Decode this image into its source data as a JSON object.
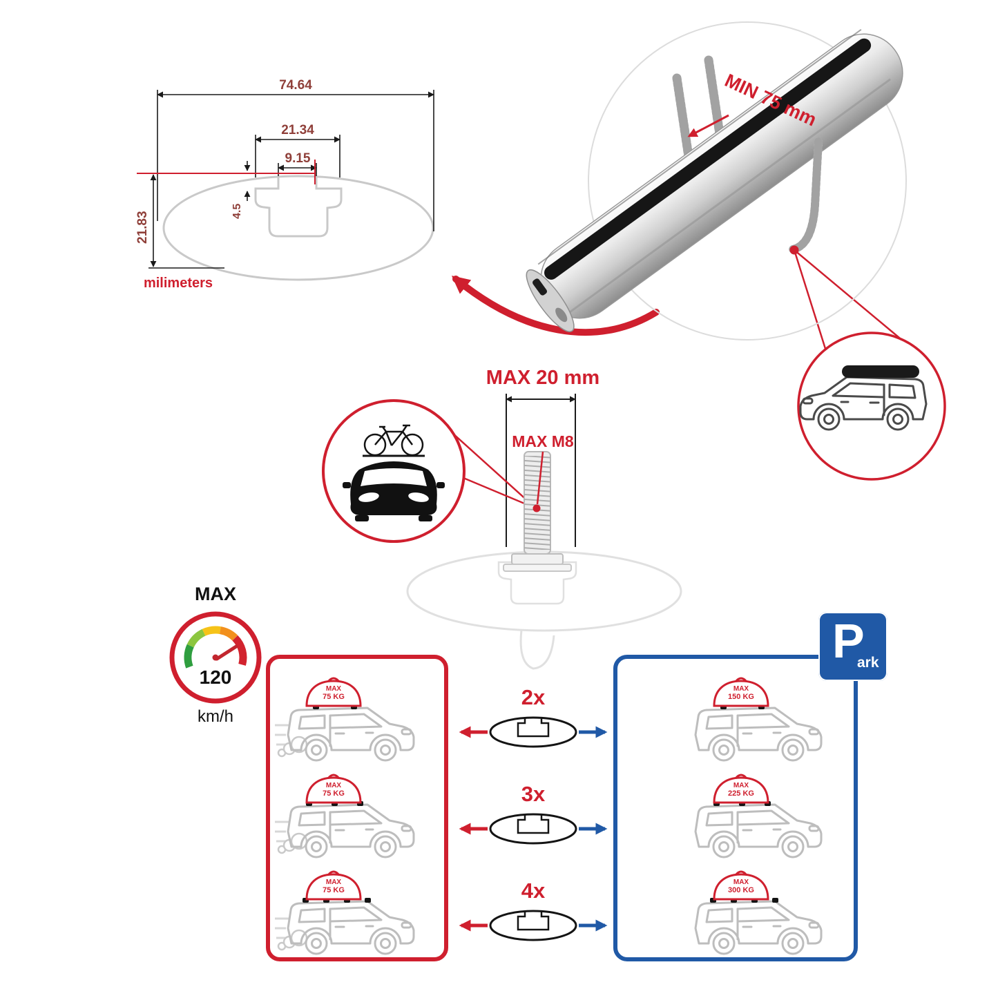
{
  "colors": {
    "accent_red": "#cf1f2e",
    "accent_blue": "#2059a6",
    "line_gray": "#c9c9c9",
    "dim_text": "#8f3f39",
    "black": "#1a1a1a",
    "silver": "#d2d2d2"
  },
  "cross_section": {
    "dim_total_width": "74.64",
    "dim_slot_outer": "21.34",
    "dim_slot_inner": "9.15",
    "dim_lip_depth": "4.5",
    "dim_height": "21.83",
    "units_label": "milimeters"
  },
  "bar_callout": {
    "min_clamp_label": "MIN 75 mm"
  },
  "bolt_callout": {
    "max_length_label": "MAX 20 mm",
    "max_thread_label": "MAX M8"
  },
  "speedometer": {
    "top_label": "MAX",
    "value": "120",
    "unit": "km/h"
  },
  "parking_sign": {
    "letter": "P",
    "suffix": "ark"
  },
  "load_rows": [
    {
      "multiplier": "2x",
      "crossbars": 2,
      "driving_load_line1": "MAX",
      "driving_load_line2": "75 KG",
      "parked_load_line1": "MAX",
      "parked_load_line2": "150 KG"
    },
    {
      "multiplier": "3x",
      "crossbars": 3,
      "driving_load_line1": "MAX",
      "driving_load_line2": "75 KG",
      "parked_load_line1": "MAX",
      "parked_load_line2": "225 KG"
    },
    {
      "multiplier": "4x",
      "crossbars": 4,
      "driving_load_line1": "MAX",
      "driving_load_line2": "75 KG",
      "parked_load_line1": "MAX",
      "parked_load_line2": "300 KG"
    }
  ]
}
